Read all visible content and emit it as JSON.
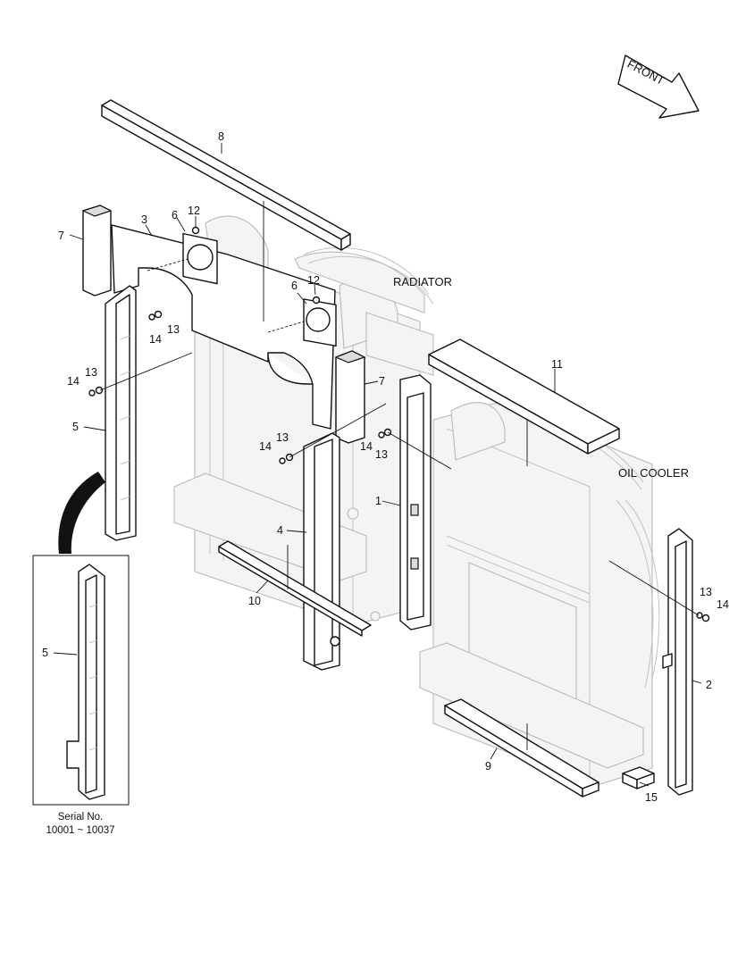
{
  "direction_label": "FRONT",
  "labels": {
    "radiator": "RADIATOR",
    "oil_cooler": "OIL COOLER"
  },
  "inset": {
    "callout": "5",
    "caption_line1": "Serial No.",
    "caption_line2": "10001 ~ 10037"
  },
  "callouts": {
    "p1": "1",
    "p2": "2",
    "p3": "3",
    "p4": "4",
    "p5": "5",
    "p6a": "6",
    "p6b": "6",
    "p7a": "7",
    "p7b": "7",
    "p8": "8",
    "p9": "9",
    "p10": "10",
    "p11": "11",
    "p12a": "12",
    "p12b": "12",
    "p13a": "13",
    "p13b": "13",
    "p13c": "13",
    "p13d": "13",
    "p13e": "13",
    "p14a": "14",
    "p14b": "14",
    "p14c": "14",
    "p14d": "14",
    "p14e": "14",
    "p15": "15"
  },
  "colors": {
    "line": "#111111",
    "ghost": "#b9b9b9",
    "inset_arrow": "#111111"
  }
}
